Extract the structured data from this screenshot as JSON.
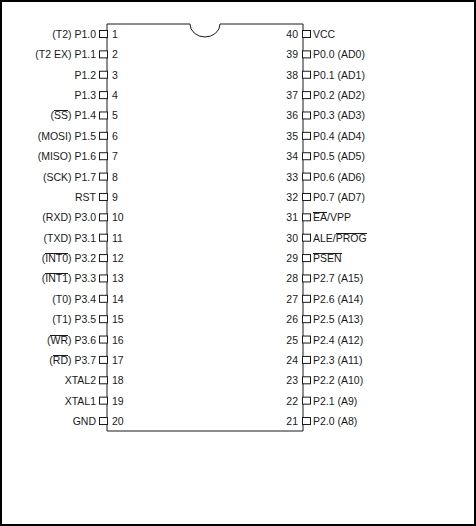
{
  "diagram": {
    "labels": [
      "(T2) P1.0",
      "1",
      "40",
      "VCC",
      "(T2 EX) P1.1",
      "2",
      "39",
      "P0.0 (AD0)",
      "P1.2",
      "3",
      "38",
      "P0.1 (AD1)",
      "P1.3",
      "4",
      "37",
      "P0.2 (AD2)",
      "(SS) P1.4",
      "5",
      "36",
      "P0.3 (AD3)",
      "(MOSI) P1.5",
      "6",
      "35",
      "P0.4 (AD4)",
      "(MISO) P1.6",
      "7",
      "34",
      "P0.5 (AD5)",
      "(SCK) P1.7",
      "8",
      "33",
      "P0.6 (AD6)",
      "RST",
      "9",
      "32",
      "P0.7 (AD7)",
      "(RXD) P3.0",
      "10",
      "31",
      "EA/VPP",
      "(TXD) P3.1",
      "11",
      "30",
      "ALE/PROG",
      "(INT0) P3.2",
      "12",
      "29",
      "PSEN",
      "(INT1) P3.3",
      "13",
      "28",
      "P2.7 (A15)",
      "(T0) P3.4",
      "14",
      "27",
      "P2.6 (A14)",
      "(T1) P3.5",
      "15",
      "26",
      "P2.5 (A13)",
      "(WR) P3.6",
      "16",
      "25",
      "P2.4 (A12)",
      "(RD) P3.7",
      "17",
      "24",
      "P2.3 (A11)",
      "XTAL2",
      "18",
      "23",
      "P2.2 (A10)",
      "XTAL1",
      "19",
      "22",
      "P2.1 (A9)",
      "GND",
      "20",
      "21",
      "P2.0 (A8)"
    ]
  }
}
